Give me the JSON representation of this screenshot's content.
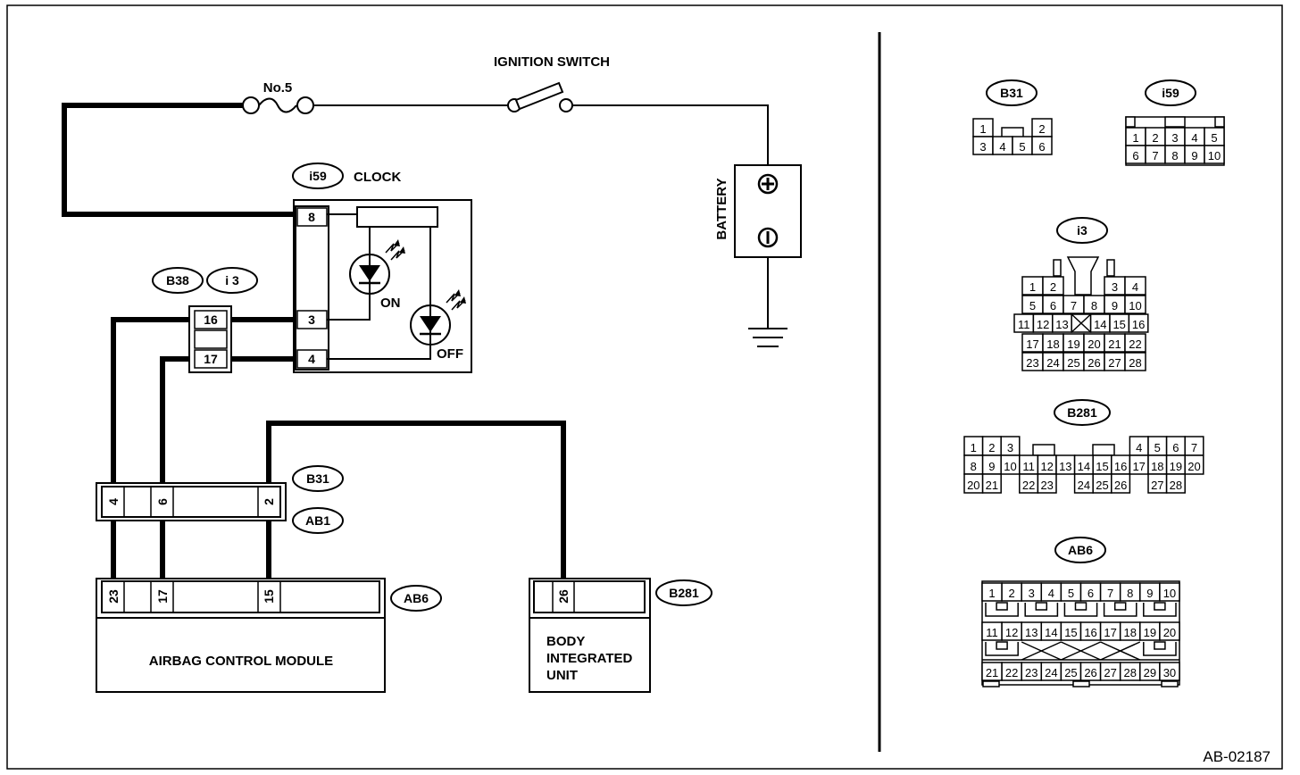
{
  "figure_id": "AB-02187",
  "fuse": {
    "label": "No.5"
  },
  "ignition_switch": {
    "label": "IGNITION SWITCH"
  },
  "battery": {
    "label": "BATTERY"
  },
  "clock": {
    "connector": "i59",
    "label": "CLOCK",
    "pins": [
      "8",
      "3",
      "4"
    ],
    "led_on": "ON",
    "led_off": "OFF"
  },
  "joint": {
    "connectors": [
      "B38",
      "i 3"
    ],
    "pins": [
      "16",
      "17"
    ]
  },
  "harness_connector": {
    "upper": "B31",
    "lower": "AB1",
    "pins": [
      "4",
      "6",
      "2"
    ]
  },
  "airbag_module": {
    "connector": "AB6",
    "label": "AIRBAG CONTROL MODULE",
    "pins": [
      "23",
      "17",
      "15"
    ]
  },
  "body_unit": {
    "connector": "B281",
    "label_lines": [
      "BODY",
      "INTEGRATED",
      "UNIT"
    ],
    "pins": [
      "26"
    ]
  },
  "connector_views": {
    "b31": {
      "label": "B31",
      "pins": [
        "1",
        "2",
        "3",
        "4",
        "5",
        "6"
      ]
    },
    "i59": {
      "label": "i59",
      "pins": [
        "1",
        "2",
        "3",
        "4",
        "5",
        "6",
        "7",
        "8",
        "9",
        "10"
      ]
    },
    "i3": {
      "label": "i3",
      "pins": [
        "1",
        "2",
        "3",
        "4",
        "5",
        "6",
        "7",
        "8",
        "9",
        "10",
        "11",
        "12",
        "13",
        "14",
        "15",
        "16",
        "17",
        "18",
        "19",
        "20",
        "21",
        "22",
        "23",
        "24",
        "25",
        "26",
        "27",
        "28"
      ]
    },
    "b281": {
      "label": "B281",
      "pins": [
        "1",
        "2",
        "3",
        "4",
        "5",
        "6",
        "7",
        "8",
        "9",
        "10",
        "11",
        "12",
        "13",
        "14",
        "15",
        "16",
        "17",
        "18",
        "19",
        "20",
        "21",
        "22",
        "23",
        "24",
        "25",
        "26",
        "27",
        "28"
      ]
    },
    "ab6": {
      "label": "AB6",
      "pins": [
        "1",
        "2",
        "3",
        "4",
        "5",
        "6",
        "7",
        "8",
        "9",
        "10",
        "11",
        "12",
        "13",
        "14",
        "15",
        "16",
        "17",
        "18",
        "19",
        "20",
        "21",
        "22",
        "23",
        "24",
        "25",
        "26",
        "27",
        "28",
        "29",
        "30"
      ]
    }
  }
}
